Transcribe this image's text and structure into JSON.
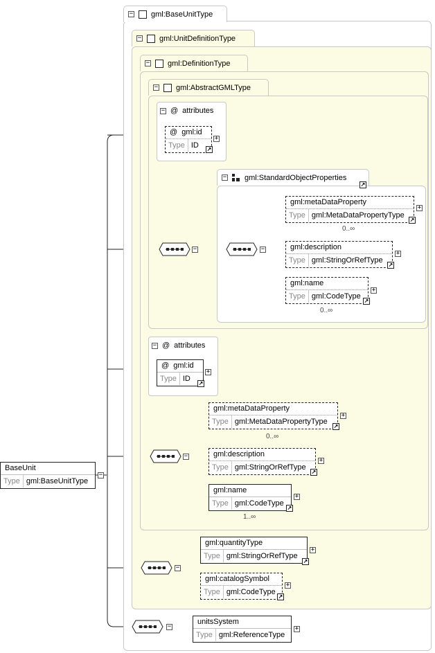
{
  "root": {
    "name": "BaseUnit",
    "type_key": "Type",
    "type_value": "gml:BaseUnitType"
  },
  "groups": {
    "base_unit_type": "gml:BaseUnitType",
    "unit_definition_type": "gml:UnitDefinitionType",
    "definition_type": "gml:DefinitionType",
    "abstract_gml_type": "gml:AbstractGMLType",
    "standard_object_properties": "gml:StandardObjectProperties"
  },
  "attributes_label": "attributes",
  "attr_symbol": "@",
  "gml_id": {
    "name": "gml:id",
    "type_key": "Type",
    "type_value": "ID"
  },
  "std_props": {
    "meta": {
      "name": "gml:metaDataProperty",
      "type_key": "Type",
      "type_value": "gml:MetaDataPropertyType",
      "occurs": "0..∞"
    },
    "description": {
      "name": "gml:description",
      "type_key": "Type",
      "type_value": "gml:StringOrRefType"
    },
    "name": {
      "name": "gml:name",
      "type_key": "Type",
      "type_value": "gml:CodeType",
      "occurs": "0..∞"
    }
  },
  "definition_props": {
    "meta": {
      "name": "gml:metaDataProperty",
      "type_key": "Type",
      "type_value": "gml:MetaDataPropertyType",
      "occurs": "0..∞"
    },
    "description": {
      "name": "gml:description",
      "type_key": "Type",
      "type_value": "gml:StringOrRefType"
    },
    "name": {
      "name": "gml:name",
      "type_key": "Type",
      "type_value": "gml:CodeType",
      "occurs": "1..∞"
    }
  },
  "unit_def_props": {
    "quantity": {
      "name": "gml:quantityType",
      "type_key": "Type",
      "type_value": "gml:StringOrRefType"
    },
    "catalog": {
      "name": "gml:catalogSymbol",
      "type_key": "Type",
      "type_value": "gml:CodeType"
    }
  },
  "units_system": {
    "name": "unitsSystem",
    "type_key": "Type",
    "type_value": "gml:ReferenceType"
  },
  "icons": {
    "collapse": "minus-box-icon",
    "expand": "plus-box-icon",
    "link": "link-arrow-icon",
    "sequence": "sequence-compositor-icon"
  },
  "colors": {
    "group_fill": "#fcfbe3",
    "group_border": "#c8c8c8",
    "line": "#222222"
  }
}
